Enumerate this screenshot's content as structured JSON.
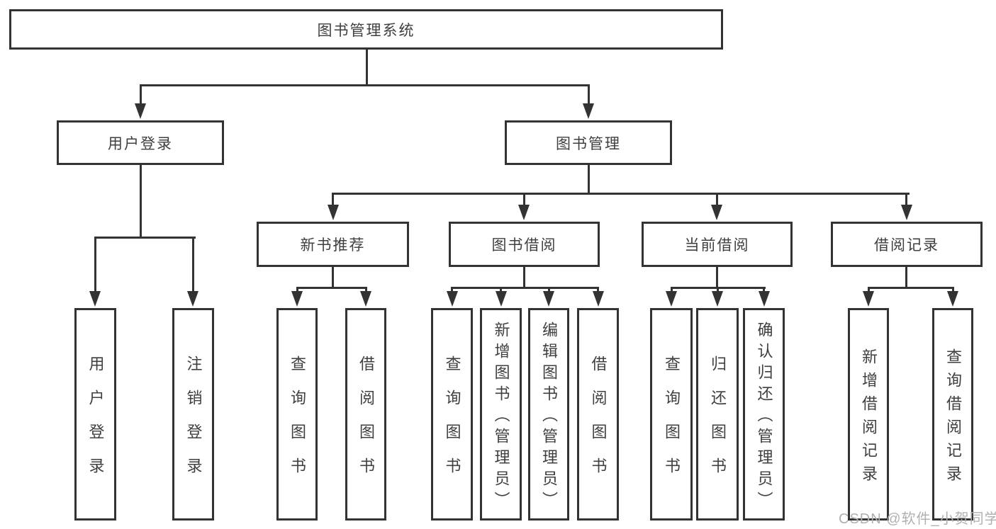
{
  "diagram": {
    "root": {
      "label": "图书管理系统"
    },
    "level2": [
      {
        "id": "user-login",
        "label": "用户登录",
        "parent": "root"
      },
      {
        "id": "book-mgmt",
        "label": "图书管理",
        "parent": "root"
      }
    ],
    "level3": [
      {
        "id": "new-book-rec",
        "label": "新书推荐",
        "parent": "book-mgmt"
      },
      {
        "id": "book-borrow",
        "label": "图书借阅",
        "parent": "book-mgmt"
      },
      {
        "id": "current-borrow",
        "label": "当前借阅",
        "parent": "book-mgmt"
      },
      {
        "id": "borrow-records",
        "label": "借阅记录",
        "parent": "book-mgmt"
      }
    ],
    "leaves": [
      {
        "id": "leaf-user-login",
        "label": "用户登录",
        "parent": "user-login"
      },
      {
        "id": "leaf-logout",
        "label": "注销登录",
        "parent": "user-login"
      },
      {
        "id": "leaf-query-books-rec",
        "label": "查询图书",
        "parent": "new-book-rec"
      },
      {
        "id": "leaf-borrow-books-rec",
        "label": "借阅图书",
        "parent": "new-book-rec"
      },
      {
        "id": "leaf-query-books-borrow",
        "label": "查询图书",
        "parent": "book-borrow"
      },
      {
        "id": "leaf-add-books-admin",
        "label": "新增图书（管理员）",
        "parent": "book-borrow"
      },
      {
        "id": "leaf-edit-books-admin",
        "label": "编辑图书（管理员）",
        "parent": "book-borrow"
      },
      {
        "id": "leaf-borrow-books",
        "label": "借阅图书",
        "parent": "book-borrow"
      },
      {
        "id": "leaf-query-books-current",
        "label": "查询图书",
        "parent": "current-borrow"
      },
      {
        "id": "leaf-return-books",
        "label": "归还图书",
        "parent": "current-borrow"
      },
      {
        "id": "leaf-confirm-return-admin",
        "label": "确认归还（管理员）",
        "parent": "current-borrow"
      },
      {
        "id": "leaf-add-borrow-record",
        "label": "新增借阅记录",
        "parent": "borrow-records"
      },
      {
        "id": "leaf-query-borrow-record",
        "label": "查询借阅记录",
        "parent": "borrow-records"
      }
    ]
  },
  "watermark": {
    "text": "CSDN @软件_小贺同学"
  },
  "colors": {
    "line": "#333333",
    "text": "#3f3f3f",
    "box_background": "#ffffff",
    "page_background": "#ffffff",
    "watermark": "#b0b0b0"
  }
}
